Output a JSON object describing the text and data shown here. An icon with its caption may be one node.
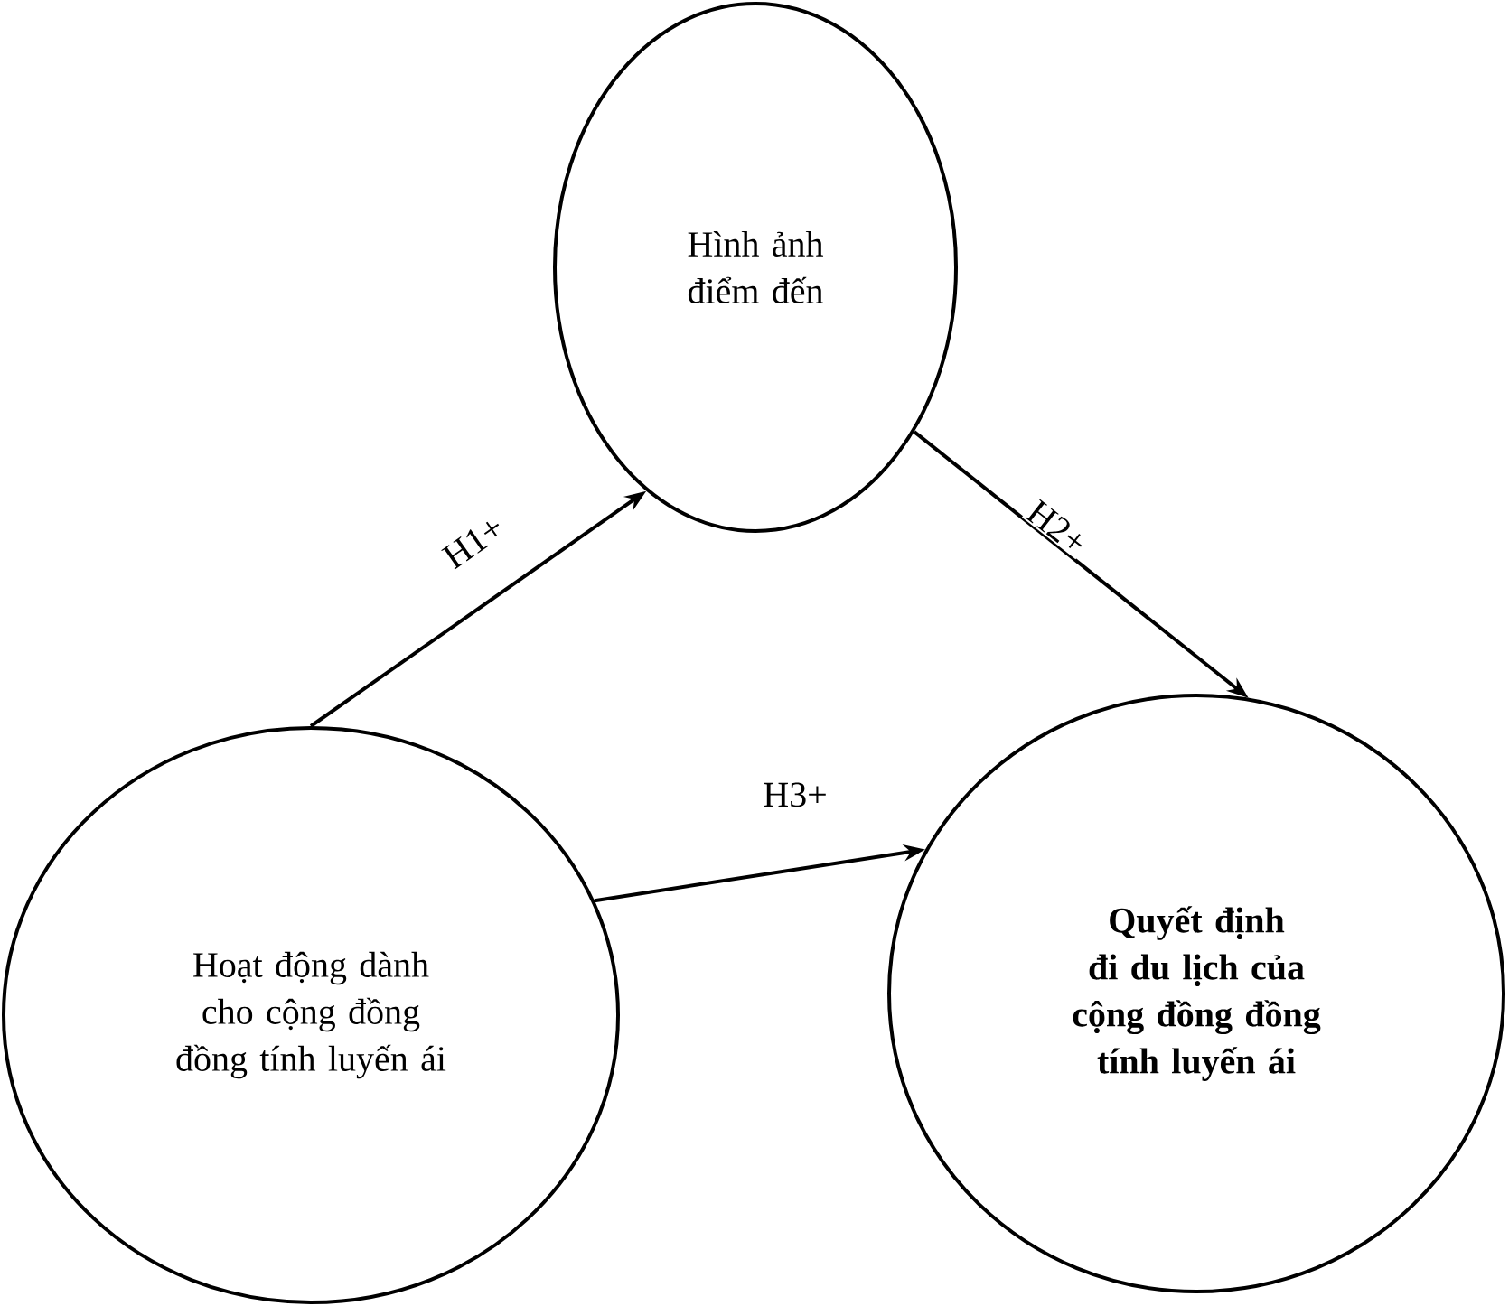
{
  "diagram": {
    "nodes": [
      {
        "text": [
          "Hình ảnh điểm đến"
        ]
      },
      {
        "text": [
          "Hoạt động dành cho cộng đồng đồng tính luyến ái"
        ]
      },
      {
        "text": [
          "Quyết định đi du lịch của cộng đồng đồng tính luyến ái"
        ]
      }
    ],
    "edges": [
      {
        "from": 1,
        "to": 0,
        "arrow": "to",
        "label": "H1+"
      },
      {
        "from": 0,
        "to": 2,
        "arrow": "to",
        "label": "H2+"
      },
      {
        "from": 1,
        "to": 2,
        "arrow": "to",
        "label": "H3+"
      }
    ]
  }
}
